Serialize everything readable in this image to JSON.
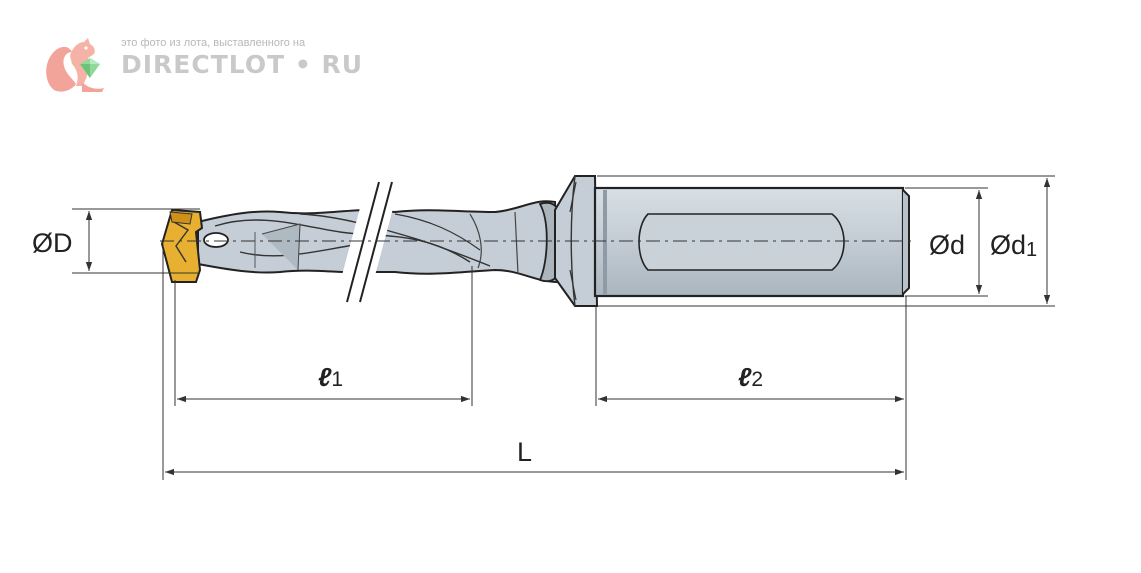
{
  "watermark": {
    "caption": "это фото из лота, выставленного на",
    "brand": "DIRECTLOT • RU",
    "logo_icon": "squirrel-gem-logo"
  },
  "dimensions": {
    "tip_diameter": "ØD",
    "shank_diameter": "Ød",
    "flange_diameter": "Ød",
    "flange_diameter_subscript": "1",
    "flute_length": "ℓ",
    "flute_length_subscript": "1",
    "shank_length": "ℓ",
    "shank_length_subscript": "2",
    "overall_length": "L"
  },
  "colors": {
    "outline": "#222222",
    "body_fill": "#c5ced6",
    "body_shadow": "#9aa6b0",
    "insert_fill": "#e8b030",
    "dim_line": "#333333"
  }
}
